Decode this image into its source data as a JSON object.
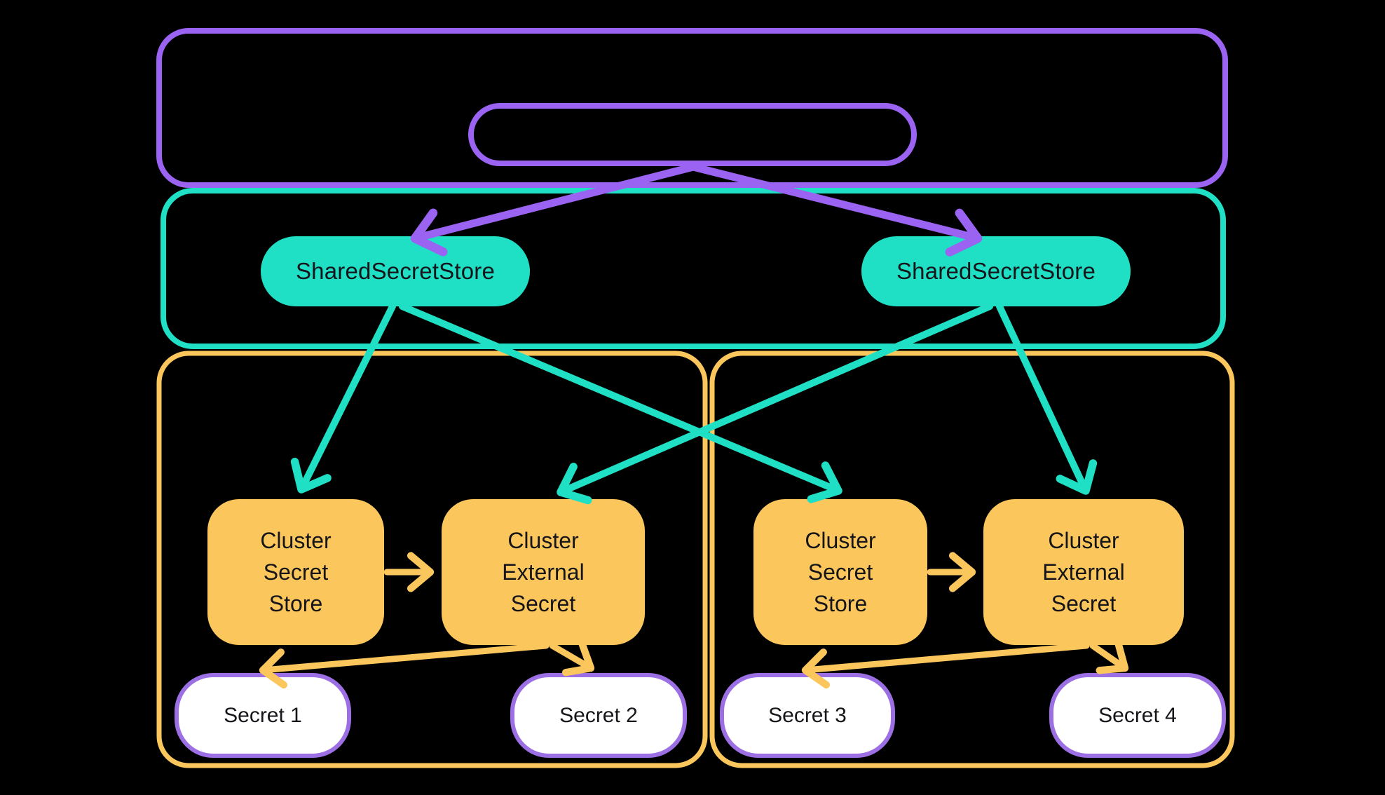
{
  "colors": {
    "purple": "#9B63F1",
    "teal": "#1FDFC4",
    "orange": "#FBC75D",
    "secret_border": "#9C6FE4",
    "label_text": "#15151A",
    "background": "#000000"
  },
  "nodes": {
    "shared_secret_store_left": {
      "label": "SharedSecretStore"
    },
    "shared_secret_store_right": {
      "label": "SharedSecretStore"
    },
    "cluster1_secret_store": {
      "label": "Cluster\nSecret\nStore"
    },
    "cluster1_external_secret": {
      "label": "Cluster\nExternal\nSecret"
    },
    "cluster2_secret_store": {
      "label": "Cluster\nSecret\nStore"
    },
    "cluster2_external_secret": {
      "label": "Cluster\nExternal\nSecret"
    },
    "secret1": {
      "label": "Secret 1"
    },
    "secret2": {
      "label": "Secret 2"
    },
    "secret3": {
      "label": "Secret 3"
    },
    "secret4": {
      "label": "Secret 4"
    }
  },
  "edges": [
    {
      "from": "management-pill",
      "to": "shared-secret-store-left",
      "color": "purple"
    },
    {
      "from": "management-pill",
      "to": "shared-secret-store-right",
      "color": "purple"
    },
    {
      "from": "shared-secret-store-left",
      "to": "cluster-1-secret-store",
      "color": "teal"
    },
    {
      "from": "shared-secret-store-left",
      "to": "cluster-2-secret-store",
      "color": "teal"
    },
    {
      "from": "shared-secret-store-right",
      "to": "cluster-1-external-secret",
      "color": "teal"
    },
    {
      "from": "shared-secret-store-right",
      "to": "cluster-2-external-secret",
      "color": "teal"
    },
    {
      "from": "cluster-1-secret-store",
      "to": "cluster-1-external-secret",
      "color": "orange"
    },
    {
      "from": "cluster-2-secret-store",
      "to": "cluster-2-external-secret",
      "color": "orange"
    },
    {
      "from": "cluster-1-external-secret",
      "to": "secret-1",
      "color": "orange"
    },
    {
      "from": "cluster-1-external-secret",
      "to": "secret-2",
      "color": "orange"
    },
    {
      "from": "cluster-2-external-secret",
      "to": "secret-3",
      "color": "orange"
    },
    {
      "from": "cluster-2-external-secret",
      "to": "secret-4",
      "color": "orange"
    }
  ]
}
